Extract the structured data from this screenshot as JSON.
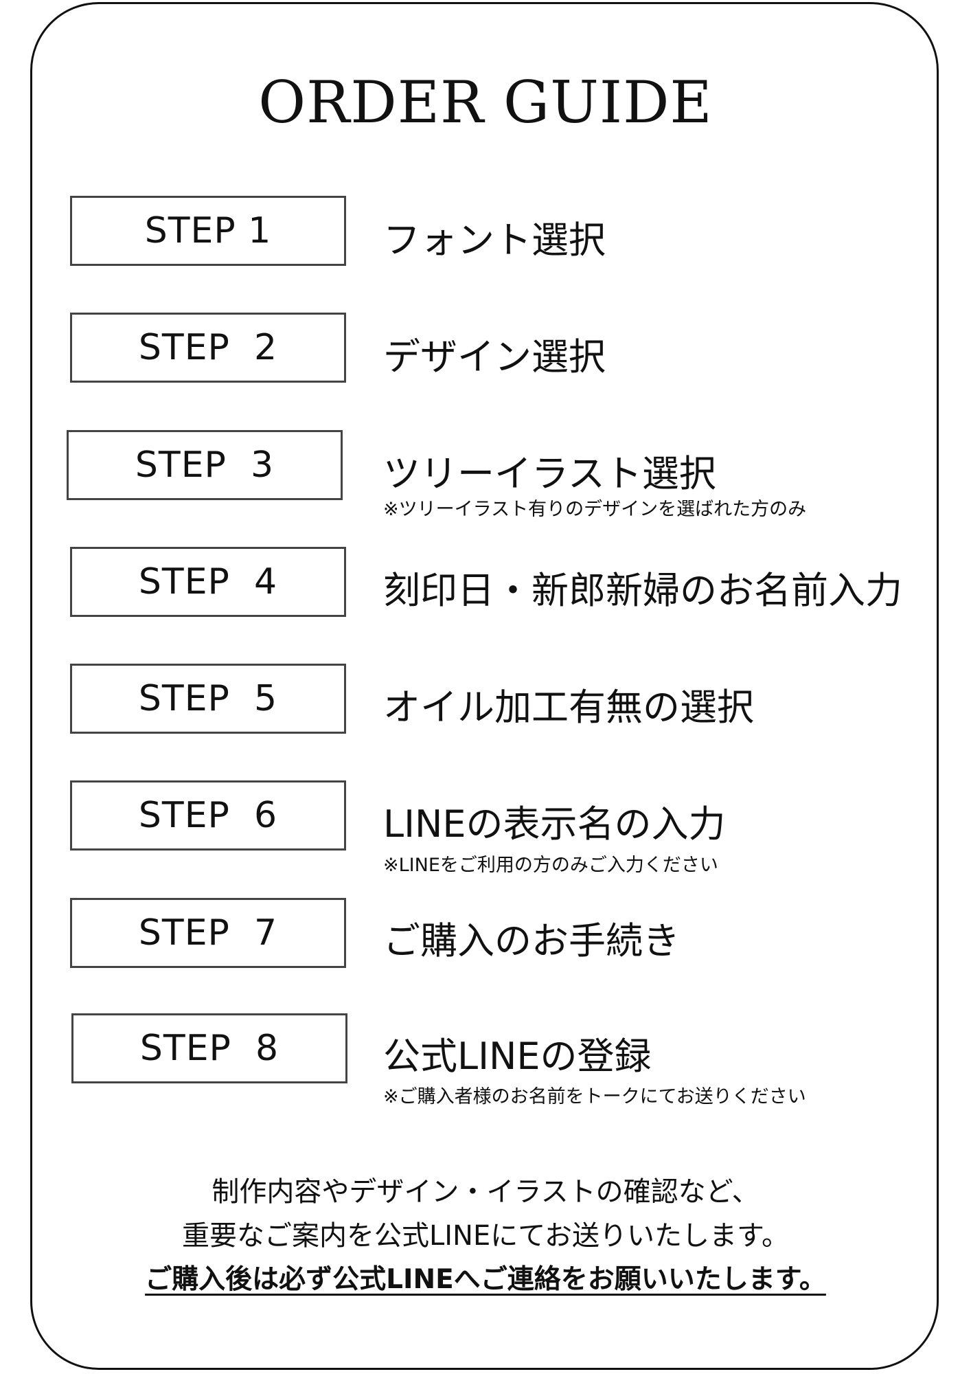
{
  "title": "ORDER GUIDE",
  "steps": [
    {
      "step": "STEP 1",
      "label": "フォント選択",
      "note": ""
    },
    {
      "step": "STEP  2",
      "label": "デザイン選択",
      "note": ""
    },
    {
      "step": "STEP  3",
      "label": "ツリーイラスト選択",
      "note": "※ツリーイラスト有りのデザインを選ばれた方のみ"
    },
    {
      "step": "STEP  4",
      "label": "刻印日・新郎新婦のお名前入力",
      "note": ""
    },
    {
      "step": "STEP  5",
      "label": "オイル加工有無の選択",
      "note": ""
    },
    {
      "step": "STEP  6",
      "label": "LINEの表示名の入力",
      "note": "※LINEをご利用の方のみご入力ください"
    },
    {
      "step": "STEP  7",
      "label": "ご購入のお手続き",
      "note": ""
    },
    {
      "step": "STEP  8",
      "label": "公式LINEの登録",
      "note": "※ご購入者様のお名前をトークにてお送りください"
    }
  ],
  "footer": {
    "line1": "制作内容やデザイン・イラストの確認など、",
    "line2": "重要なご案内を公式LINEにてお送りいたします。",
    "line3": "ご購入後は必ず公式LINEへご連絡をお願いいたします。"
  }
}
